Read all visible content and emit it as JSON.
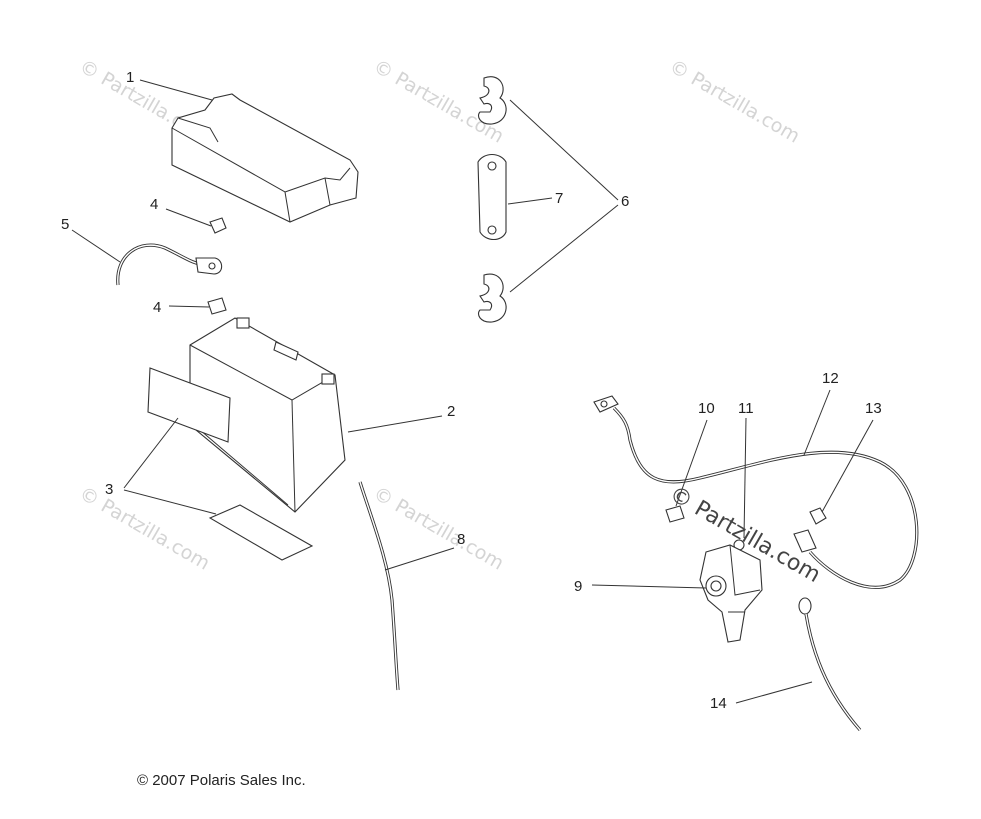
{
  "callouts": {
    "c1": "1",
    "c2": "2",
    "c3": "3",
    "c4a": "4",
    "c4b": "4",
    "c5": "5",
    "c6": "6",
    "c7": "7",
    "c8": "8",
    "c9": "9",
    "c10": "10",
    "c11": "11",
    "c12": "12",
    "c13": "13",
    "c14": "14"
  },
  "watermark": {
    "faint": "© Partzilla.com",
    "center": "© Partzilla.com"
  },
  "footer": {
    "copyright": "© 2007 Polaris Sales Inc."
  }
}
